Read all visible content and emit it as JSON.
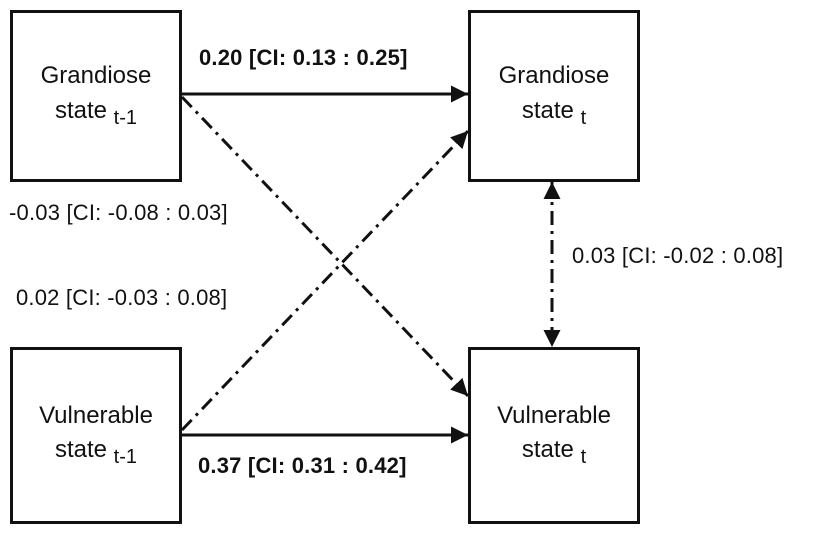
{
  "nodes": {
    "grandiose_prev": {
      "line1": "Grandiose",
      "line2": "state",
      "sub": "t-1"
    },
    "grandiose_curr": {
      "line1": "Grandiose",
      "line2": "state",
      "sub": "t"
    },
    "vulnerable_prev": {
      "line1": "Vulnerable",
      "line2": "state",
      "sub": "t-1"
    },
    "vulnerable_curr": {
      "line1": "Vulnerable",
      "line2": "state",
      "sub": "t"
    }
  },
  "edges": {
    "grandiose_autoregressive": "0.20 [CI: 0.13 : 0.25]",
    "vulnerable_autoregressive": "0.37 [CI: 0.31 : 0.42]",
    "grandiose_to_vulnerable_cross": "-0.03 [CI: -0.08 : 0.03]",
    "vulnerable_to_grandiose_cross": "0.02 [CI: -0.03 : 0.08]",
    "contemporaneous_covariance": "0.03 [CI: -0.02 : 0.08]"
  }
}
